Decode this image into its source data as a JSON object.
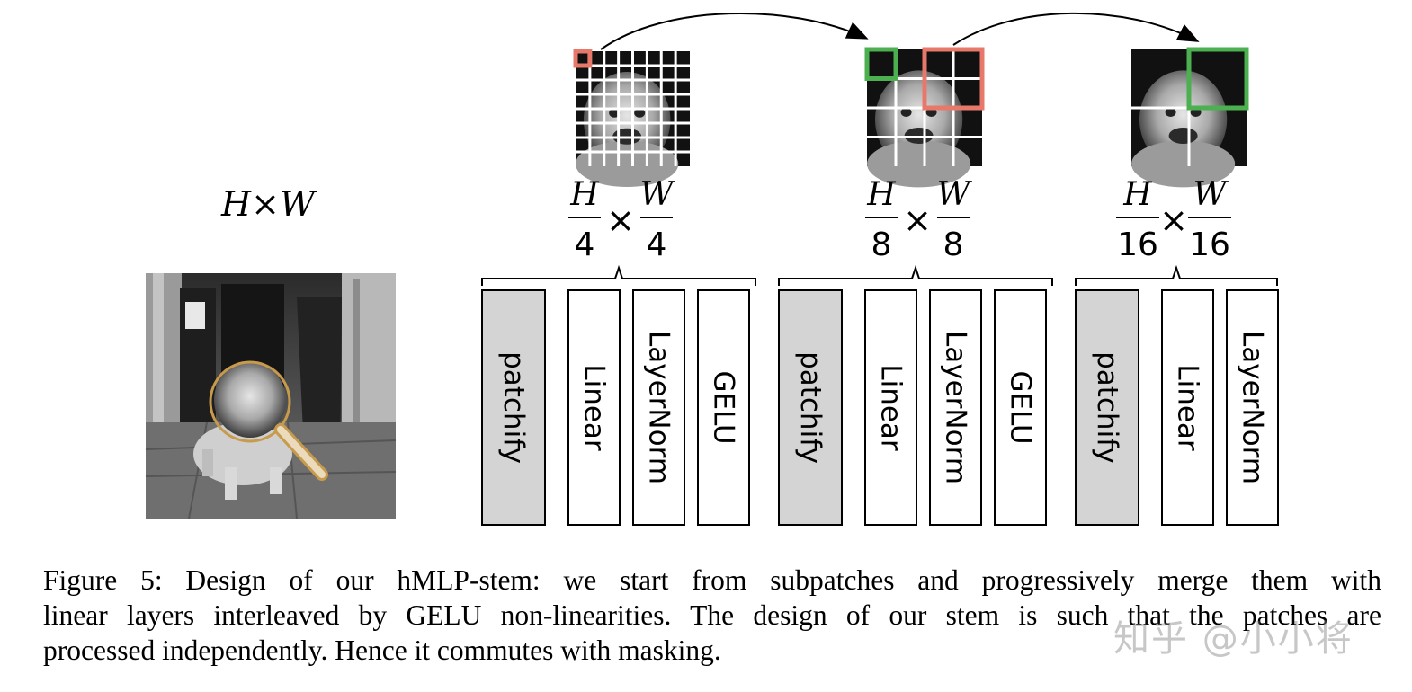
{
  "input": {
    "label": "H×W"
  },
  "stages": [
    {
      "scale": {
        "top_h": "H",
        "top_w": "W",
        "den_h": "4",
        "den_w": "4",
        "times": "×"
      },
      "layers": [
        "patchify",
        "Linear",
        "LayerNorm",
        "GELU"
      ],
      "grid": 8
    },
    {
      "scale": {
        "top_h": "H",
        "top_w": "W",
        "den_h": "8",
        "den_w": "8",
        "times": "×"
      },
      "layers": [
        "patchify",
        "Linear",
        "LayerNorm",
        "GELU"
      ],
      "grid": 4
    },
    {
      "scale": {
        "top_h": "H",
        "top_w": "W",
        "den_h": "16",
        "den_w": "16",
        "times": "×"
      },
      "layers": [
        "patchify",
        "Linear",
        "LayerNorm"
      ],
      "grid": 2
    }
  ],
  "colors": {
    "patchify_fill": "#d4d4d4",
    "highlight_red": "#e8796a",
    "highlight_green": "#4caf50",
    "magnifier": "#c89a4c"
  },
  "caption": {
    "lines": [
      "Figure 5: Design of our hMLP-stem: we start from subpatches and progressively merge them with",
      "linear layers interleaved by GELU non-linearities. The design of our stem is such that the patches are",
      "processed independently. Hence it commutes with masking."
    ]
  },
  "watermark": "知乎 @小小将"
}
